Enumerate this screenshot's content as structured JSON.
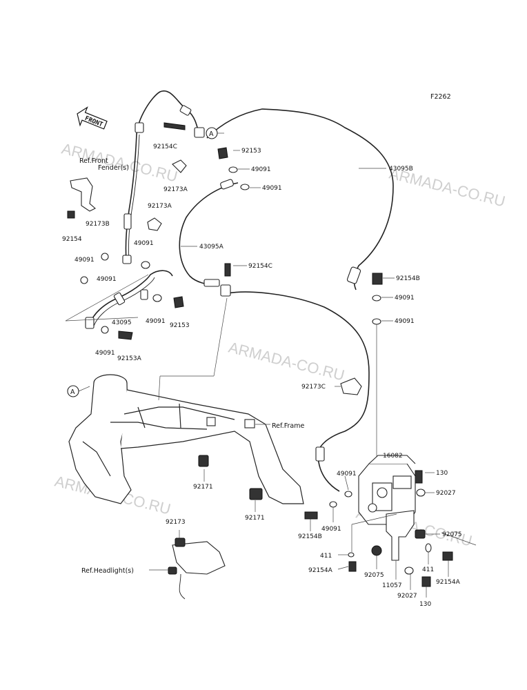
{
  "figure_code": "F2262",
  "watermarks": [
    "ARMADA-CO.RU",
    "ARMADA-CO.RU",
    "ARMADA-CO.RU",
    "ARMADA-CO.RU",
    "ARMADA-CO.RU"
  ],
  "front_arrow": "FRONT",
  "ref_marker": "A",
  "refs": {
    "front_fender_line1": "Ref.Front",
    "front_fender_line2": "Fender(s)",
    "frame": "Ref.Frame",
    "headlight": "Ref.Headlight(s)"
  },
  "part_numbers": {
    "p92154C_top": "92154C",
    "p92153_top": "92153",
    "p49091_a": "49091",
    "p49091_b": "49091",
    "p43095B": "43095B",
    "p92173A_a": "92173A",
    "p92173A_b": "92173A",
    "p92173B": "92173B",
    "p92154": "92154",
    "p43095A": "43095A",
    "p49091_c": "49091",
    "p49091_d": "49091",
    "p49091_e": "49091",
    "p92154C_mid": "92154C",
    "p92154B_right": "92154B",
    "p49091_f": "49091",
    "p49091_g": "49091",
    "p43095": "43095",
    "p49091_h": "49091",
    "p92153_mid": "92153",
    "p49091_i": "49091",
    "p92153A": "92153A",
    "p92173C": "92173C",
    "p16082": "16082",
    "p130_top": "130",
    "p49091_j": "49091",
    "p92027_top": "92027",
    "p92171_a": "92171",
    "p92171_b": "92171",
    "p92154B_low": "92154B",
    "p49091_k": "49091",
    "p92075_right": "92075",
    "p92173": "92173",
    "p411_left": "411",
    "p411_right": "411",
    "p92154A_left": "92154A",
    "p92075_low": "92075",
    "p11057": "11057",
    "p92027_low": "92027",
    "p92154A_right": "92154A",
    "p130_low": "130"
  }
}
